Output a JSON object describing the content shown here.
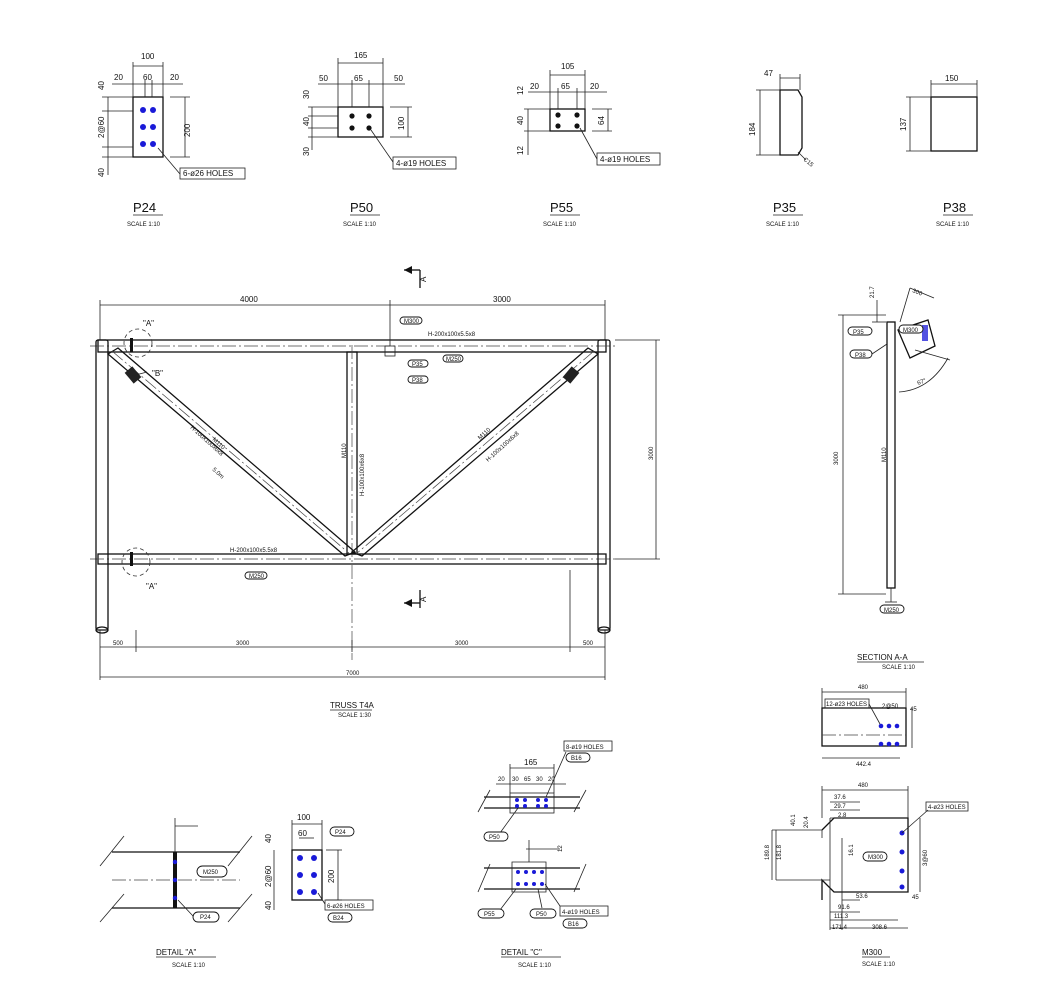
{
  "plates": [
    {
      "id": "p24",
      "title": "P24",
      "scale": "SCALE 1:10",
      "dims": [
        "100",
        "20",
        "60",
        "20",
        "40",
        "2@60",
        "40",
        "200"
      ],
      "note": "6-ø26 HOLES"
    },
    {
      "id": "p50",
      "title": "P50",
      "scale": "SCALE 1:10",
      "dims": [
        "165",
        "50",
        "65",
        "50",
        "30",
        "40",
        "30",
        "100"
      ],
      "note": "4-ø19 HOLES"
    },
    {
      "id": "p55",
      "title": "P55",
      "scale": "SCALE 1:10",
      "dims": [
        "105",
        "20",
        "65",
        "20",
        "12",
        "40",
        "12",
        "64"
      ],
      "note": "4-ø19 HOLES"
    },
    {
      "id": "p35",
      "title": "P35",
      "scale": "SCALE 1:10",
      "dims": [
        "47",
        "184",
        "C15"
      ]
    },
    {
      "id": "p38",
      "title": "P38",
      "scale": "SCALE 1:10",
      "dims": [
        "150",
        "137"
      ]
    }
  ],
  "truss": {
    "title": "TRUSS T4A",
    "scale": "SCALE 1:30",
    "top_dims": [
      "4000",
      "3000"
    ],
    "bottom_dims": [
      "500",
      "3000",
      "3000",
      "500"
    ],
    "overall": "7000",
    "height": "3000",
    "section_marks": [
      "A",
      "A"
    ],
    "detail_marks": [
      "\"A\"",
      "\"B\"",
      "\"A\""
    ],
    "member_top": "H-200x100x5.5x8",
    "member_bottom": "H-200x100x5.5x8",
    "member_vert": "H-100x100x6x8",
    "member_diag_l": "H-100x100x6x8",
    "member_diag_r": "H-100x100x6x8",
    "tags": [
      "M300",
      "P35",
      "P38",
      "M250",
      "M250",
      "M110",
      "M110",
      "M110"
    ],
    "diag_len": "5.0m"
  },
  "section": {
    "title": "SECTION A-A",
    "scale": "SCALE 1:10",
    "dims": [
      "21.7",
      "300",
      "3000",
      "67°"
    ],
    "tags": [
      "P35",
      "M300",
      "P38",
      "M110",
      "M250"
    ]
  },
  "detail_a": {
    "title": "DETAIL \"A\"",
    "scale": "SCALE 1:10",
    "dims": [
      "100",
      "60",
      "40",
      "2@60",
      "40",
      "200"
    ],
    "tags": [
      "M250",
      "P24",
      "P24",
      "B24"
    ],
    "note": "6-ø26 HOLES"
  },
  "detail_c": {
    "title": "DETAIL \"C\"",
    "scale": "SCALE 1:10",
    "dims": [
      "165",
      "20",
      "30",
      "65",
      "30",
      "20",
      "12"
    ],
    "tags": [
      "B16",
      "P50",
      "P55",
      "P50",
      "B16"
    ],
    "notes": [
      "8-ø19 HOLES",
      "4-ø19 HOLES"
    ]
  },
  "m300": {
    "title": "M300",
    "scale": "SCALE 1:10",
    "top_dims": [
      "480",
      "45",
      "2@50",
      "442.4",
      "12-ø23 HOLES"
    ],
    "dims": [
      "480",
      "37.6",
      "29.7",
      "2.8",
      "40.1",
      "20.4",
      "16.1",
      "189.8",
      "181.8",
      "3@60",
      "45",
      "53.6",
      "91.6",
      "111.3",
      "171.4",
      "308.6"
    ],
    "tag": "M300",
    "note": "4-ø23 HOLES"
  }
}
